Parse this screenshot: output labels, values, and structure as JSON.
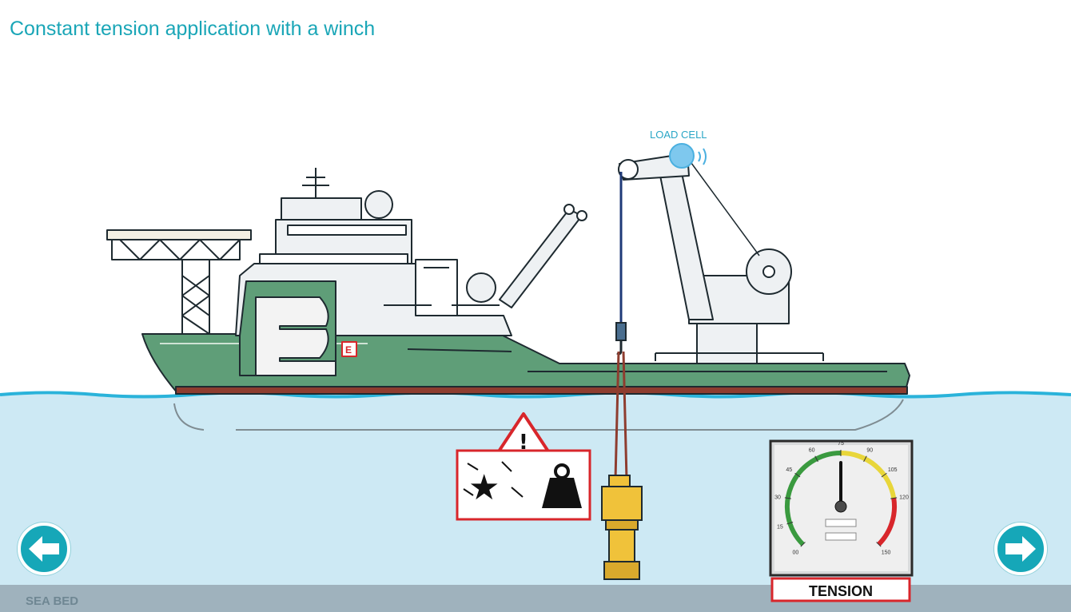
{
  "page": {
    "title": "Constant tension application with a winch"
  },
  "labels": {
    "load_cell": "LOAD CELL",
    "sea_bed": "SEA BED",
    "tension": "TENSION"
  },
  "vessel": {
    "logo_letter": "E"
  },
  "gauge": {
    "ticks": [
      "00",
      "15",
      "30",
      "45",
      "60",
      "75",
      "90",
      "105",
      "120",
      "150"
    ],
    "reading": 75,
    "zones": {
      "green": "#3a9a3f",
      "yellow": "#e8d63a",
      "red": "#d8262b"
    }
  },
  "navigation": {
    "prev_icon": "arrow-left-icon",
    "next_icon": "arrow-right-icon"
  },
  "colors": {
    "accent": "#1aa6b7",
    "hull": "#5f9e78",
    "sea": "#cde9f4",
    "seabed": "#9fb2bd",
    "warning": "#d8262b"
  }
}
